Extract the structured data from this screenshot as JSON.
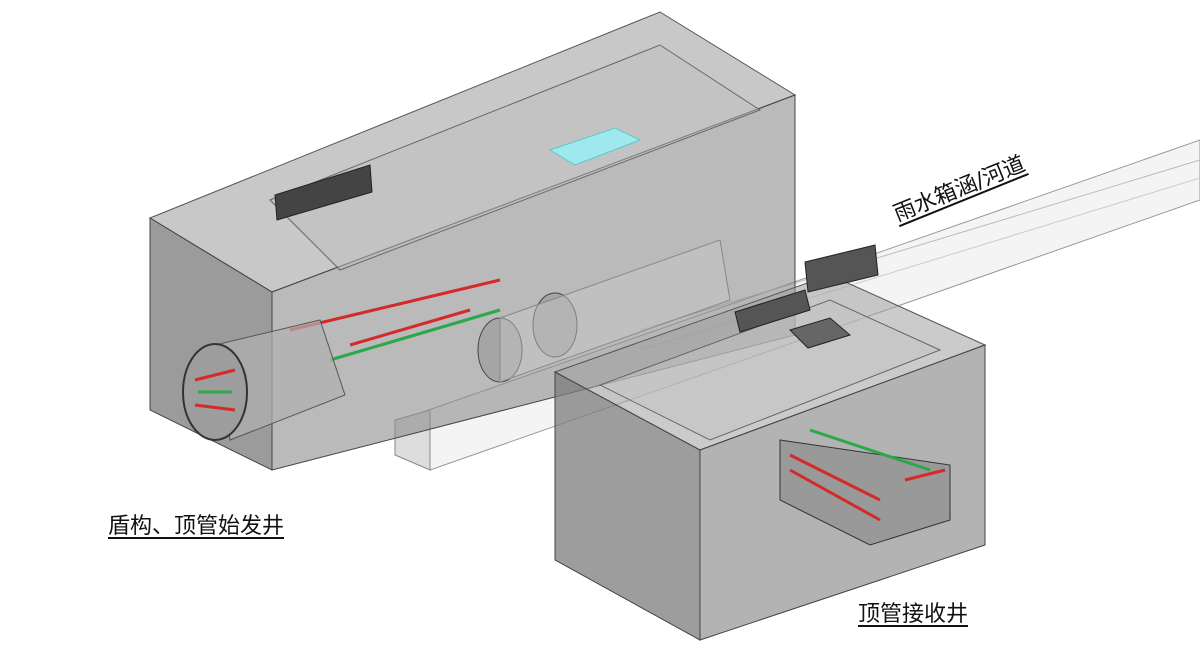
{
  "labels": {
    "launch_shaft": "盾构、顶管始发井",
    "receiving_shaft": "顶管接收井",
    "culvert": "雨水箱涵/河道"
  },
  "colors": {
    "concrete": "#8a8a8a",
    "pipe_red": "#d42a2a",
    "pipe_green": "#2aa84a",
    "cyan_frame": "#7fe0e8"
  }
}
